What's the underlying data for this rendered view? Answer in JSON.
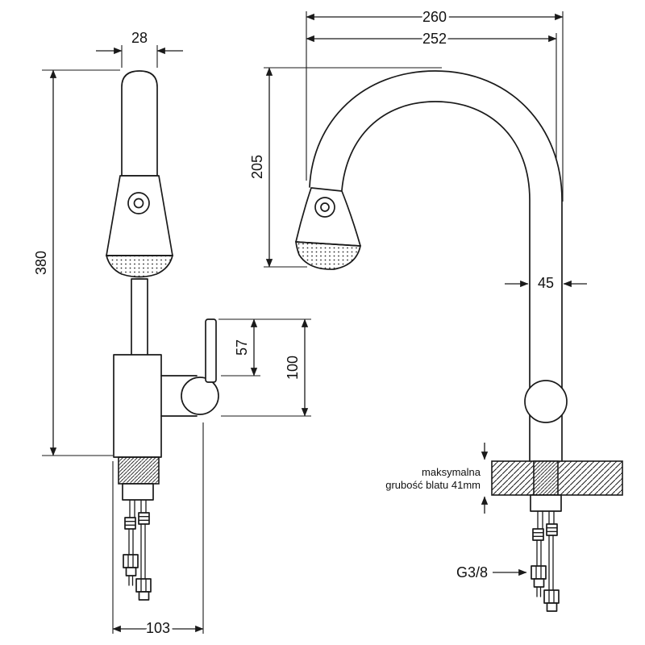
{
  "drawing": {
    "dims": {
      "overall_reach": "260",
      "spout_reach": "252",
      "spray_head_width": "28",
      "spout_height": "205",
      "total_height": "380",
      "spout_tube_width": "45",
      "handle_height": "57",
      "body_height": "100",
      "base_depth": "103",
      "thread_size": "G3/8"
    },
    "notes": {
      "countertop_line1": "maksymalna",
      "countertop_line2": "grubość blatu 41mm"
    }
  }
}
